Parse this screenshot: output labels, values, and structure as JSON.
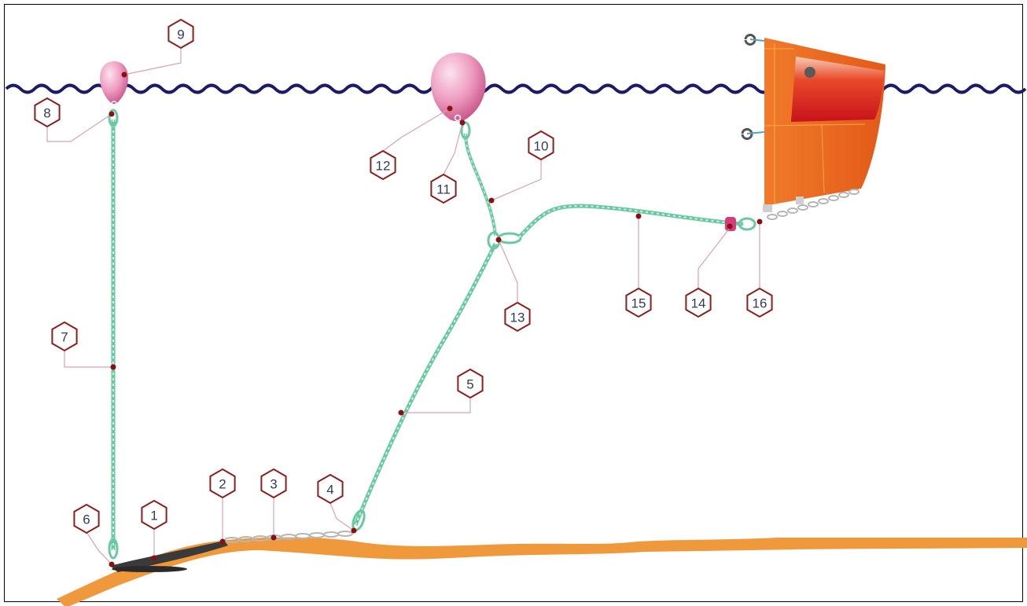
{
  "diagram": {
    "colors": {
      "water": "#1c1a6b",
      "seabed": "#f0983c",
      "rope": "#7fd6b4",
      "buoy": "#e98fb3",
      "vessel": "#e8621b",
      "callout_border": "#8b1f1f",
      "callout_dot": "#8b1010",
      "leader_line": "#d7a3ae"
    },
    "callouts": [
      {
        "id": "c1",
        "label": "1",
        "target": "anchor"
      },
      {
        "id": "c2",
        "label": "2",
        "target": "chain-start"
      },
      {
        "id": "c3",
        "label": "3",
        "target": "chain"
      },
      {
        "id": "c4",
        "label": "4",
        "target": "chain-end-shackle"
      },
      {
        "id": "c5",
        "label": "5",
        "target": "riser-rope"
      },
      {
        "id": "c6",
        "label": "6",
        "target": "anchor-crown-eye"
      },
      {
        "id": "c7",
        "label": "7",
        "target": "pickup-rope"
      },
      {
        "id": "c8",
        "label": "8",
        "target": "pickup-buoy-eye"
      },
      {
        "id": "c9",
        "label": "9",
        "target": "pickup-buoy"
      },
      {
        "id": "c10",
        "label": "10",
        "target": "buoy-pendant"
      },
      {
        "id": "c11",
        "label": "11",
        "target": "mooring-buoy-eye"
      },
      {
        "id": "c12",
        "label": "12",
        "target": "mooring-buoy"
      },
      {
        "id": "c13",
        "label": "13",
        "target": "rope-junction"
      },
      {
        "id": "c14",
        "label": "14",
        "target": "chafe-guard"
      },
      {
        "id": "c15",
        "label": "15",
        "target": "mooring-pendant"
      },
      {
        "id": "c16",
        "label": "16",
        "target": "bow-fitting"
      }
    ]
  }
}
